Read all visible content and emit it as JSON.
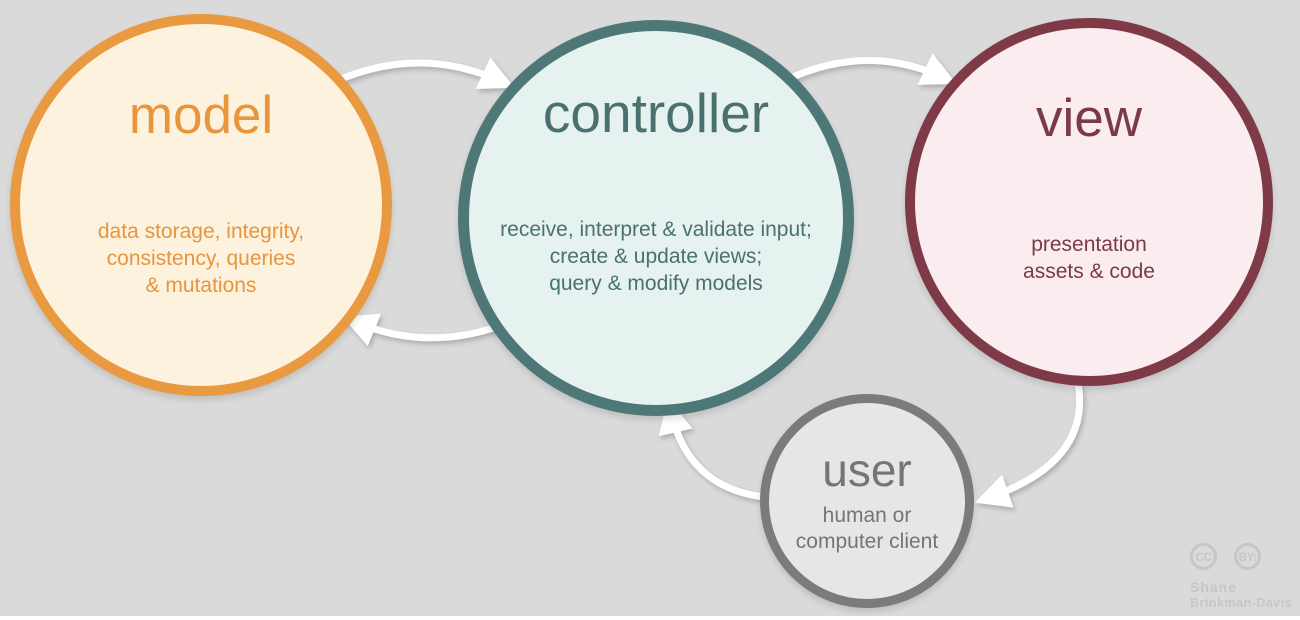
{
  "background_color": "#DADADA",
  "nodes": {
    "model": {
      "label": "model",
      "description": "data storage, integrity,\nconsistency, queries\n& mutations",
      "border_color": "#E9993F",
      "fill_color": "#FCF2DE",
      "text_color": "#E8953C"
    },
    "controller": {
      "label": "controller",
      "description": "receive, interpret & validate input;\ncreate & update views;\nquery & modify models",
      "border_color": "#4E7777",
      "fill_color": "#E6F2F0",
      "text_color": "#4A7170"
    },
    "view": {
      "label": "view",
      "description": "presentation\nassets & code",
      "border_color": "#7E3B47",
      "fill_color": "#FBEDEF",
      "text_color": "#7A3B47"
    },
    "user": {
      "label": "user",
      "description": "human or\ncomputer client",
      "border_color": "#7B7B7B",
      "fill_color": "#E6E6E6",
      "text_color": "#757575"
    }
  },
  "arrows": [
    {
      "from": "model",
      "to": "controller"
    },
    {
      "from": "controller",
      "to": "view"
    },
    {
      "from": "view",
      "to": "user"
    },
    {
      "from": "user",
      "to": "controller"
    },
    {
      "from": "controller",
      "to": "model"
    }
  ],
  "arrow_color": "#FFFFFF",
  "attribution": {
    "license_badges": [
      "CC",
      "BY:"
    ],
    "author_line1": "Shane",
    "author_line2": "Brinkman-Davis",
    "color": "#C6C6C6"
  }
}
